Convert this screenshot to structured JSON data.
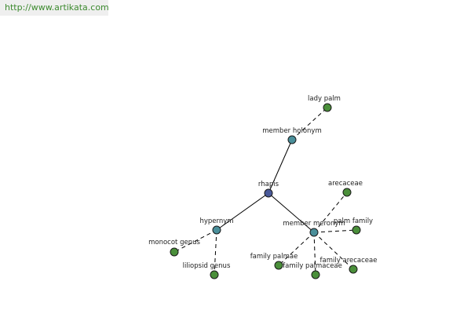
{
  "header": {
    "url": "http://www.artikata.com"
  },
  "colors": {
    "center_node": "#4a5a9a",
    "relation_node": "#4a8f9a",
    "leaf_node": "#4a8f3a"
  },
  "graph": {
    "nodes": [
      {
        "id": "rhapis",
        "label": "rhapis",
        "kind": "center"
      },
      {
        "id": "member-holonym",
        "label": "member holonym",
        "kind": "relation"
      },
      {
        "id": "lady-palm",
        "label": "lady palm",
        "kind": "leaf"
      },
      {
        "id": "hypernym",
        "label": "hypernym",
        "kind": "relation"
      },
      {
        "id": "monocot-genus",
        "label": "monocot genus",
        "kind": "leaf"
      },
      {
        "id": "liliopsid-genus",
        "label": "liliopsid genus",
        "kind": "leaf"
      },
      {
        "id": "member-meronym",
        "label": "member meronym",
        "kind": "relation"
      },
      {
        "id": "arecaceae",
        "label": "arecaceae",
        "kind": "leaf"
      },
      {
        "id": "palm-family",
        "label": "palm family",
        "kind": "leaf"
      },
      {
        "id": "family-palmae",
        "label": "family palmae",
        "kind": "leaf"
      },
      {
        "id": "family-palmaceae",
        "label": "family palmaceae",
        "kind": "leaf"
      },
      {
        "id": "family-arecaceae",
        "label": "family arecaceae",
        "kind": "leaf"
      }
    ],
    "edges": [
      {
        "from": "rhapis",
        "to": "member-holonym",
        "style": "solid"
      },
      {
        "from": "rhapis",
        "to": "hypernym",
        "style": "solid"
      },
      {
        "from": "rhapis",
        "to": "member-meronym",
        "style": "solid"
      },
      {
        "from": "member-holonym",
        "to": "lady-palm",
        "style": "dashed"
      },
      {
        "from": "hypernym",
        "to": "monocot-genus",
        "style": "dashed"
      },
      {
        "from": "hypernym",
        "to": "liliopsid-genus",
        "style": "dashed"
      },
      {
        "from": "member-meronym",
        "to": "arecaceae",
        "style": "dashed"
      },
      {
        "from": "member-meronym",
        "to": "palm-family",
        "style": "dashed"
      },
      {
        "from": "member-meronym",
        "to": "family-palmae",
        "style": "dashed"
      },
      {
        "from": "member-meronym",
        "to": "family-palmaceae",
        "style": "dashed"
      },
      {
        "from": "member-meronym",
        "to": "family-arecaceae",
        "style": "dashed"
      }
    ]
  }
}
